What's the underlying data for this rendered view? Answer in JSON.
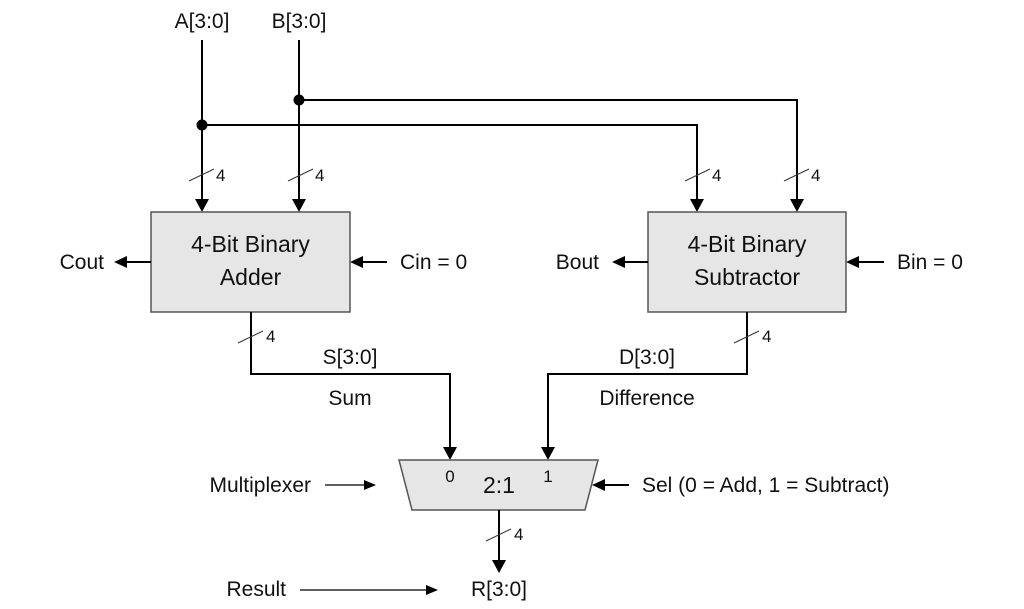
{
  "inputs": {
    "a": "A[3:0]",
    "b": "B[3:0]"
  },
  "bus_width": "4",
  "adder": {
    "line1": "4-Bit Binary",
    "line2": "Adder",
    "carry_out": "Cout",
    "carry_in": "Cin = 0",
    "output_signal": "S[3:0]",
    "output_name": "Sum"
  },
  "subtractor": {
    "line1": "4-Bit Binary",
    "line2": "Subtractor",
    "borrow_out": "Bout",
    "borrow_in": "Bin = 0",
    "output_signal": "D[3:0]",
    "output_name": "Difference"
  },
  "mux": {
    "label": "2:1",
    "input0": "0",
    "input1": "1",
    "name": "Multiplexer",
    "select": "Sel (0 = Add, 1 = Subtract)"
  },
  "result": {
    "name": "Result",
    "signal": "R[3:0]"
  }
}
